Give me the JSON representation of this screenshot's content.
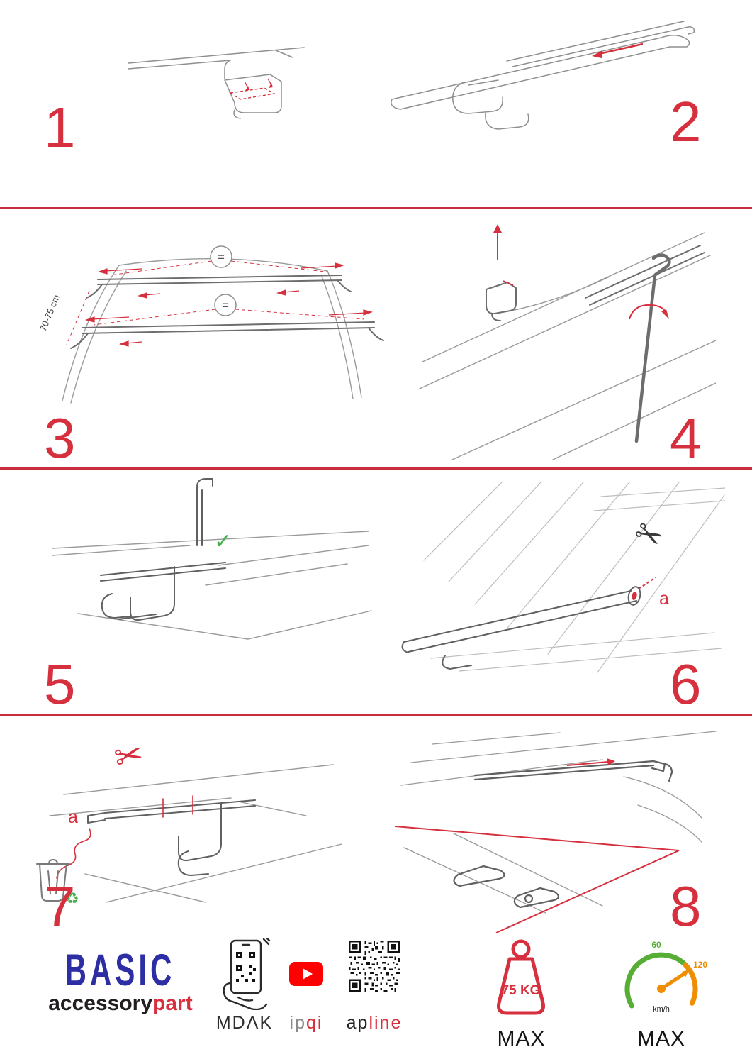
{
  "steps": [
    {
      "number": "1"
    },
    {
      "number": "2"
    },
    {
      "number": "3",
      "dimension_label": "70-75 cm",
      "equal_symbol": "="
    },
    {
      "number": "4"
    },
    {
      "number": "5"
    },
    {
      "number": "6",
      "part_label": "a"
    },
    {
      "number": "7",
      "part_label": "a"
    },
    {
      "number": "8"
    }
  ],
  "icons": {
    "scissors_glyph": "✂",
    "check_glyph": "✓",
    "recycle_glyph": "♻"
  },
  "footer": {
    "brand_name": "BASIC",
    "brand_sub_black": "accessory",
    "brand_sub_red": "part",
    "partner_1": "MDΛK",
    "partner_2_gray": "ip",
    "partner_2_red": "qi",
    "partner_3_black": "ap",
    "partner_3_red": "line",
    "weight_value": "75 KG",
    "weight_max_label": "MAX",
    "speed_green_value": "60",
    "speed_orange_value": "120",
    "speed_unit": "km/h",
    "speed_max_label": "MAX"
  }
}
